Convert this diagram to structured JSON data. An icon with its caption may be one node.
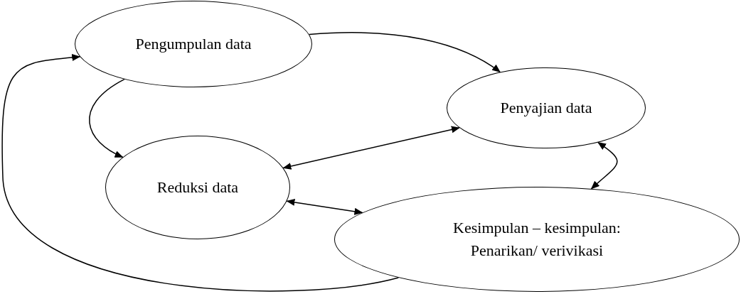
{
  "diagram": {
    "nodes": [
      {
        "text": [
          "Pengumpulan data"
        ]
      },
      {
        "text": [
          "Penyajian data"
        ]
      },
      {
        "text": [
          "Reduksi data"
        ]
      },
      {
        "text": [
          "Kesimpulan – kesimpulan: Penarikan/ verivikasi"
        ]
      }
    ],
    "edges": [
      {
        "from": 0,
        "to": 1,
        "arrow": "to"
      },
      {
        "from": 0,
        "to": 2,
        "arrow": "to"
      },
      {
        "from": 2,
        "to": 1,
        "arrow": "both"
      },
      {
        "from": 1,
        "to": 3,
        "arrow": "both"
      },
      {
        "from": 2,
        "to": 3,
        "arrow": "both"
      },
      {
        "from": 3,
        "to": 0,
        "arrow": "to"
      }
    ]
  }
}
